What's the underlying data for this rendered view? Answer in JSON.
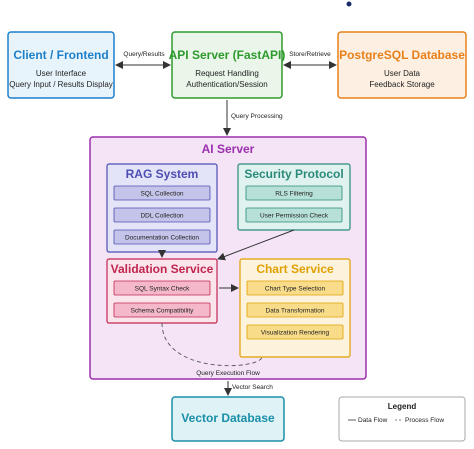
{
  "nodes": {
    "client": {
      "title": "Client / Frontend",
      "line1": "User Interface",
      "line2": "Query Input / Results Display"
    },
    "api": {
      "title": "API Server (FastAPI)",
      "line1": "Request Handling",
      "line2": "Authentication/Session"
    },
    "postgres": {
      "title": "PostgreSQL Database",
      "line1": "User Data",
      "line2": "Feedback Storage"
    },
    "ai_server": {
      "title": "AI Server"
    },
    "rag": {
      "title": "RAG System",
      "items": [
        "SQL Collection",
        "DDL Collection",
        "Documentation Collection"
      ]
    },
    "security": {
      "title": "Security Protocol",
      "items": [
        "RLS Filtering",
        "User Permission Check"
      ]
    },
    "validation": {
      "title": "Validation Service",
      "items": [
        "SQL Syntax Check",
        "Schema Compatibility"
      ]
    },
    "chart": {
      "title": "Chart Service",
      "items": [
        "Chart Type Selection",
        "Data Transformation",
        "Visualization Rendering"
      ]
    },
    "vector": {
      "title": "Vector Database"
    }
  },
  "edges": {
    "query_results": "Query/Results",
    "store_retrieve": "Store/Retrieve",
    "query_processing": "Query Processing",
    "query_execution_flow": "Query Execution Flow",
    "vector_search": "Vector Search"
  },
  "legend": {
    "title": "Legend",
    "data_flow": "Data Flow",
    "process_flow": "Process Flow"
  },
  "colors": {
    "client": "#1e7fc9",
    "client_fill": "#e8f4fc",
    "api": "#2e9a2e",
    "api_fill": "#e9f6e9",
    "postgres": "#e8801a",
    "postgres_fill": "#fdf0e2",
    "ai_server": "#9b2fae",
    "ai_server_fill": "#f4e4f6",
    "rag": "#4d4db3",
    "rag_fill": "#e4e4f8",
    "security": "#2a8a7a",
    "security_fill": "#e0f2ef",
    "validation": "#c0264f",
    "validation_fill": "#fbe5ec",
    "chart": "#e0a000",
    "chart_fill": "#fdf3dc",
    "vector": "#1a8fa8",
    "vector_fill": "#dff2f6"
  }
}
